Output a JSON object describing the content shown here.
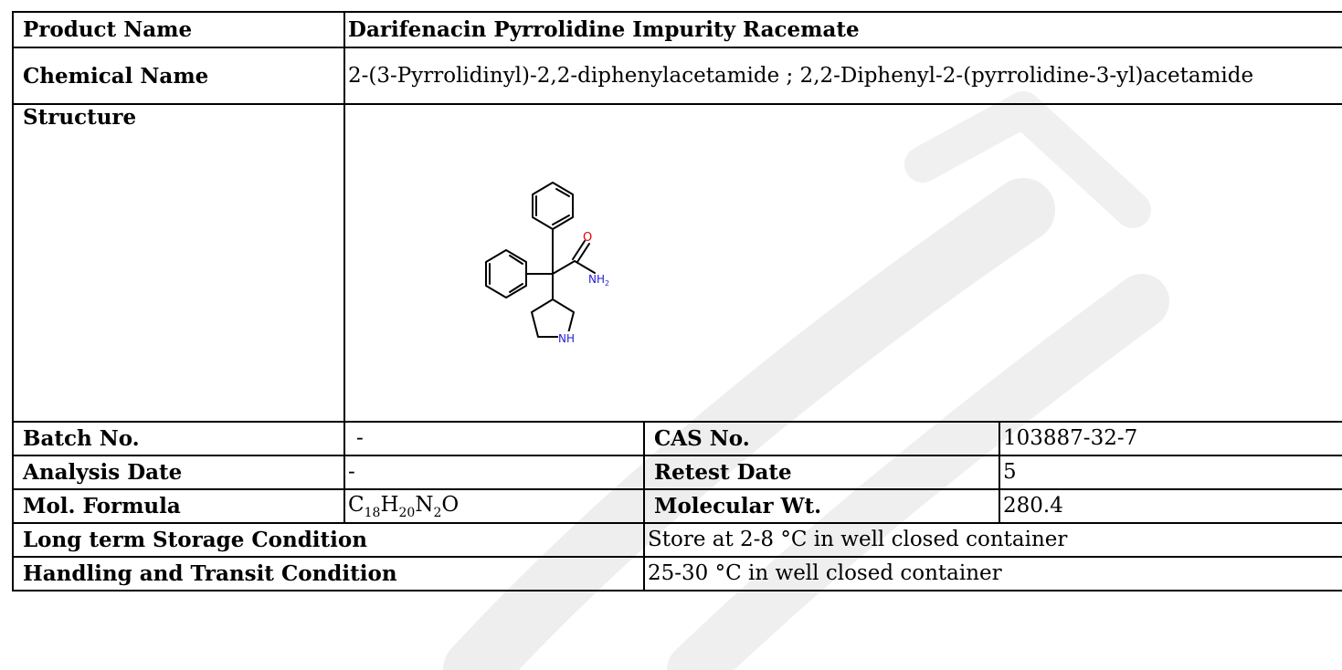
{
  "product_name": {
    "label": "Product Name",
    "value": "Darifenacin Pyrrolidine Impurity Racemate"
  },
  "chemical_name": {
    "label": "Chemical Name",
    "value": "2-(3-Pyrrolidinyl)-2,2-diphenylacetamide ; 2,2-Diphenyl-2-(pyrrolidine-3-yl)acetamide"
  },
  "structure": {
    "label": "Structure",
    "atoms": {
      "oxygen": "O",
      "amide": "NH",
      "amide_sub": "2",
      "ring_nh": "NH"
    }
  },
  "batch": {
    "label": "Batch No.",
    "value": "-"
  },
  "cas": {
    "label": "CAS No.",
    "value": "103887-32-7"
  },
  "analysis_date": {
    "label": "Analysis Date",
    "value": "-"
  },
  "retest_date": {
    "label": "Retest Date",
    "value": "5"
  },
  "mol_formula": {
    "label": "Mol. Formula",
    "parts": [
      "C",
      "18",
      "H",
      "20",
      "N",
      "2",
      "O"
    ]
  },
  "mol_weight": {
    "label": "Molecular Wt.",
    "value": "280.4"
  },
  "storage": {
    "label": "Long term Storage Condition",
    "value": "Store at 2-8 °C in well closed container"
  },
  "handling": {
    "label": "Handling and Transit Condition",
    "value": "25-30 °C in well closed container"
  },
  "colors": {
    "oxygen": "#e00000",
    "nitrogen": "#1f1fd6",
    "watermark": "#e9e9e9"
  }
}
